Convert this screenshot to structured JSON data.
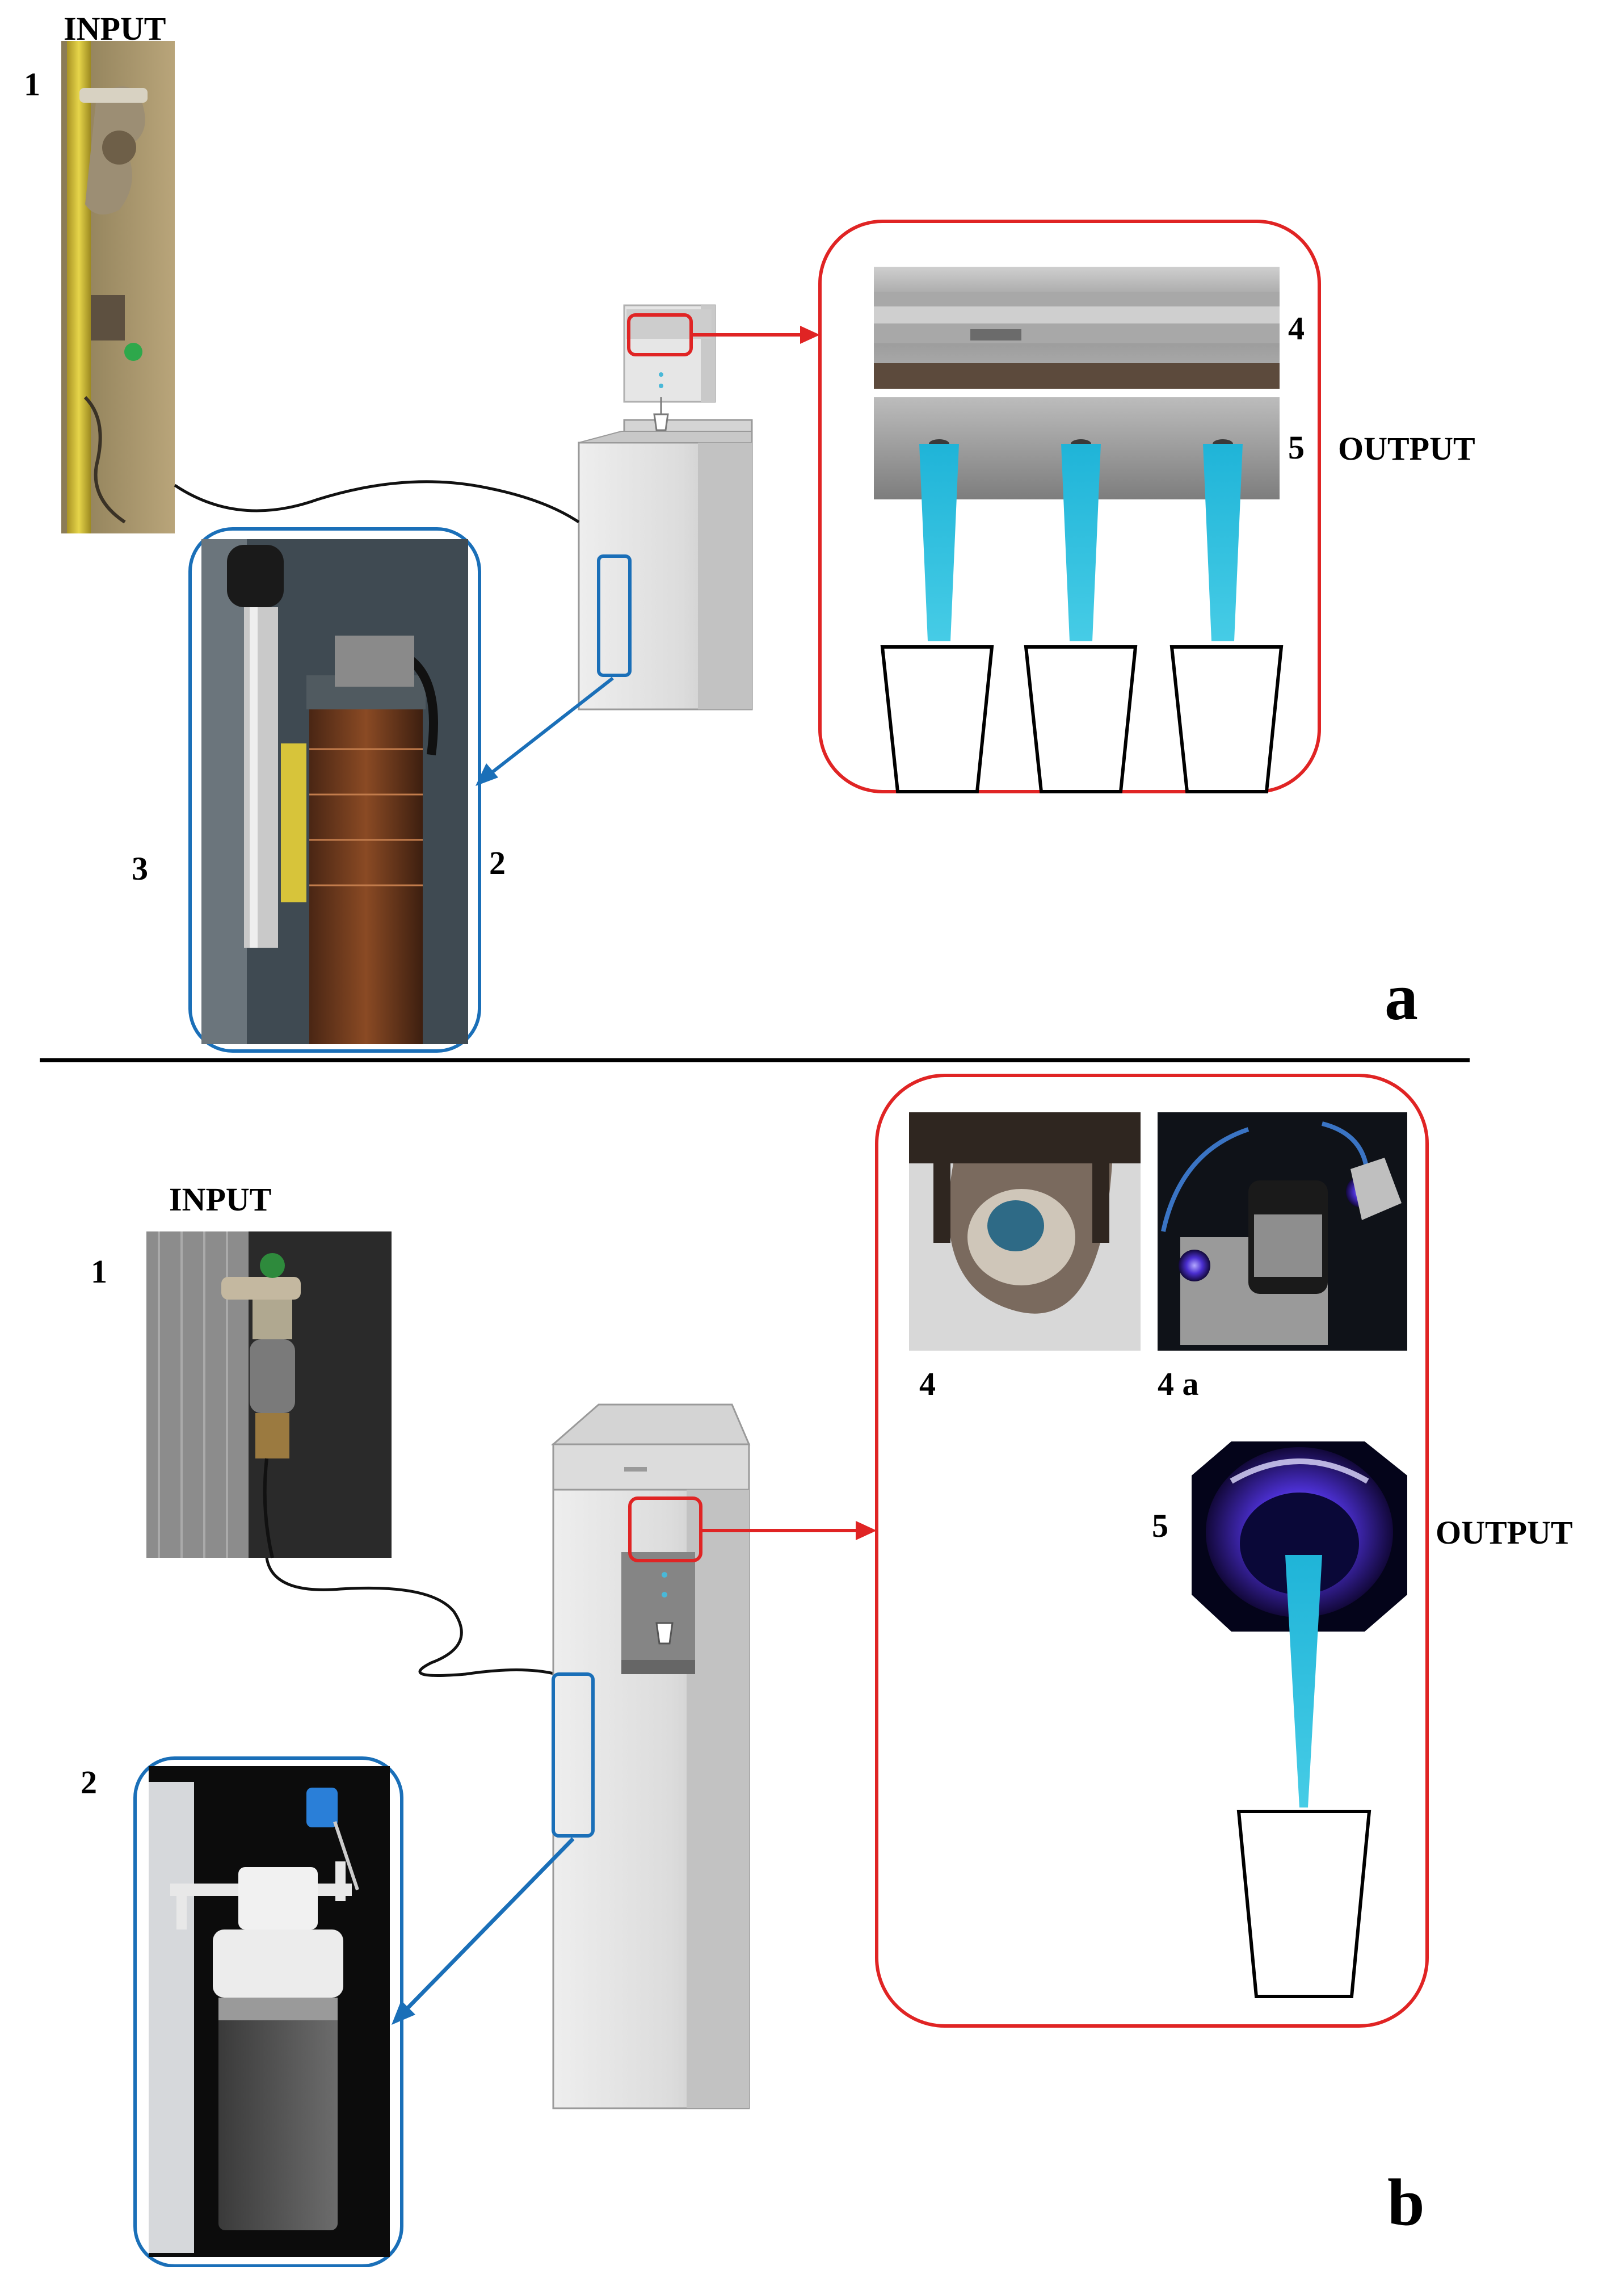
{
  "panel_a": {
    "letter": "a",
    "input_label": "INPUT",
    "output_label": "OUTPUT",
    "callouts": {
      "n1": "1",
      "n2": "2",
      "n3": "3",
      "n4": "4",
      "n5": "5"
    }
  },
  "panel_b": {
    "letter": "b",
    "input_label": "INPUT",
    "output_label": "OUTPUT",
    "callouts": {
      "n1": "1",
      "n2": "2",
      "n4": "4",
      "n4a": "4 a",
      "n5": "5"
    }
  },
  "colors": {
    "red_outline": "#e02424",
    "blue_outline": "#1a6fb8",
    "uv_beam": "#33c4e0",
    "pipe_yellow": "#d8c43a",
    "dispenser_grey": "#d9dadc"
  },
  "icons": {
    "water-tap": "faucet-photo",
    "filter": "filter-cartridge-photo",
    "uv-lamp": "uv-lamp-photo",
    "uv-led": "uv-led-photo",
    "cup": "cup-outline",
    "dispenser": "water-dispenser-drawing"
  }
}
